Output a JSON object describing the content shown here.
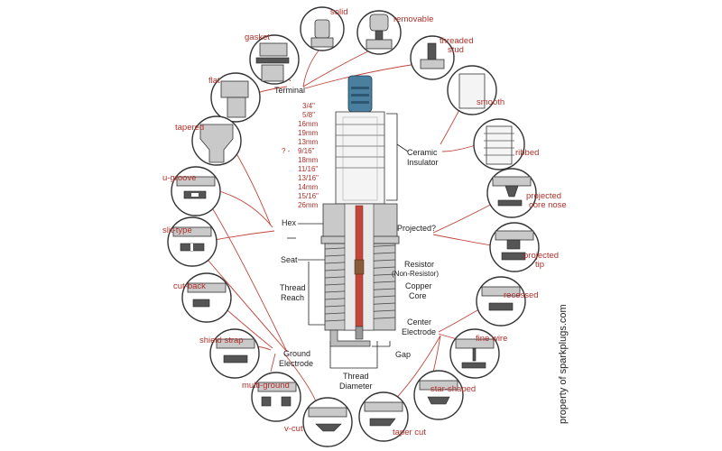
{
  "copyright": "property of sparkplugs.com",
  "terminal_types": [
    "solid",
    "removable",
    "threaded stud"
  ],
  "seat_types": [
    "gasket",
    "flat",
    "tapered"
  ],
  "insulator_types": [
    "smooth",
    "ribbed"
  ],
  "ground_types": [
    "u-groove",
    "slit-type",
    "cut-back",
    "shield strap",
    "multi-ground",
    "v-cut",
    "taper cut",
    "star-shaped",
    "fine wire",
    "recessed"
  ],
  "projected_types": [
    "projected core nose",
    "projected tip"
  ],
  "parts": {
    "terminal": "Terminal",
    "ceramic_insulator": "Ceramic Insulator",
    "hex": "Hex",
    "projected": "Projected?",
    "seat": "Seat",
    "resistor": "Resistor",
    "non_resistor": "(Non-Resistor)",
    "thread_reach": "Thread Reach",
    "copper_core": "Copper Core",
    "center_electrode": "Center Electrode",
    "ground_electrode": "Ground Electrode",
    "thread_diameter": "Thread Diameter",
    "gap": "Gap"
  },
  "hex_sizes": [
    "3/4\"",
    "5/8\"",
    "16mm",
    "19mm",
    "13mm",
    "9/16\"",
    "18mm",
    "11/16\"",
    "13/16\"",
    "14mm",
    "15/16\"",
    "26mm"
  ],
  "hex_prefix": "? -",
  "colors": {
    "label": "#b0302a",
    "terminal": "#4a7fa0",
    "core": "#c2463a"
  }
}
